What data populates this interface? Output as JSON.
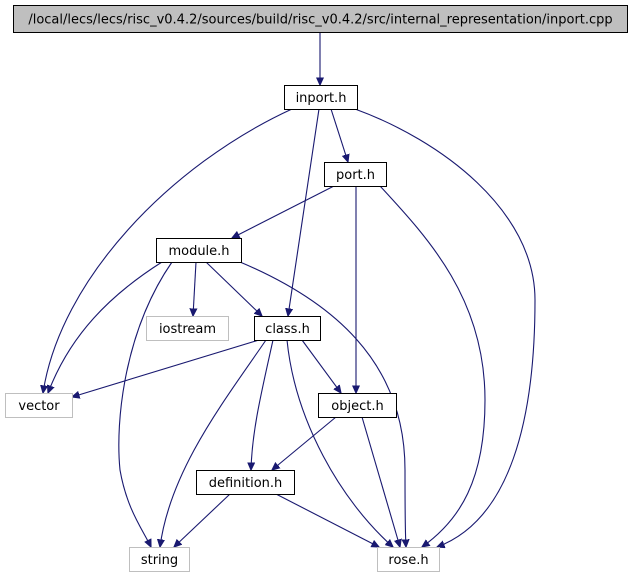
{
  "colors": {
    "background": "#ffffff",
    "edge": "#191970",
    "root_fill": "#bfbfbf",
    "root_border": "#000000",
    "node_fill": "#ffffff",
    "node_border": "#000000",
    "external_border": "#bfbfbf",
    "text": "#000000"
  },
  "graph": {
    "nodes": [
      {
        "id": "root",
        "label": "/local/lecs/lecs/risc_v0.4.2/sources/build/risc_v0.4.2/src/internal_representation/inport.cpp",
        "kind": "root"
      },
      {
        "id": "inport",
        "label": "inport.h",
        "kind": "header"
      },
      {
        "id": "port",
        "label": "port.h",
        "kind": "header"
      },
      {
        "id": "module",
        "label": "module.h",
        "kind": "header"
      },
      {
        "id": "iostream",
        "label": "iostream",
        "kind": "external"
      },
      {
        "id": "class",
        "label": "class.h",
        "kind": "header"
      },
      {
        "id": "vector",
        "label": "vector",
        "kind": "external"
      },
      {
        "id": "object",
        "label": "object.h",
        "kind": "header"
      },
      {
        "id": "definition",
        "label": "definition.h",
        "kind": "header"
      },
      {
        "id": "string",
        "label": "string",
        "kind": "external"
      },
      {
        "id": "rose",
        "label": "rose.h",
        "kind": "external"
      }
    ],
    "edges": [
      {
        "from": "root",
        "to": "inport"
      },
      {
        "from": "inport",
        "to": "port"
      },
      {
        "from": "inport",
        "to": "vector"
      },
      {
        "from": "inport",
        "to": "class"
      },
      {
        "from": "inport",
        "to": "rose"
      },
      {
        "from": "port",
        "to": "module"
      },
      {
        "from": "port",
        "to": "object"
      },
      {
        "from": "port",
        "to": "rose"
      },
      {
        "from": "module",
        "to": "iostream"
      },
      {
        "from": "module",
        "to": "class"
      },
      {
        "from": "module",
        "to": "vector"
      },
      {
        "from": "module",
        "to": "string"
      },
      {
        "from": "module",
        "to": "rose"
      },
      {
        "from": "class",
        "to": "vector"
      },
      {
        "from": "class",
        "to": "object"
      },
      {
        "from": "class",
        "to": "definition"
      },
      {
        "from": "class",
        "to": "string"
      },
      {
        "from": "class",
        "to": "rose"
      },
      {
        "from": "object",
        "to": "definition"
      },
      {
        "from": "object",
        "to": "rose"
      },
      {
        "from": "definition",
        "to": "string"
      },
      {
        "from": "definition",
        "to": "rose"
      }
    ]
  }
}
